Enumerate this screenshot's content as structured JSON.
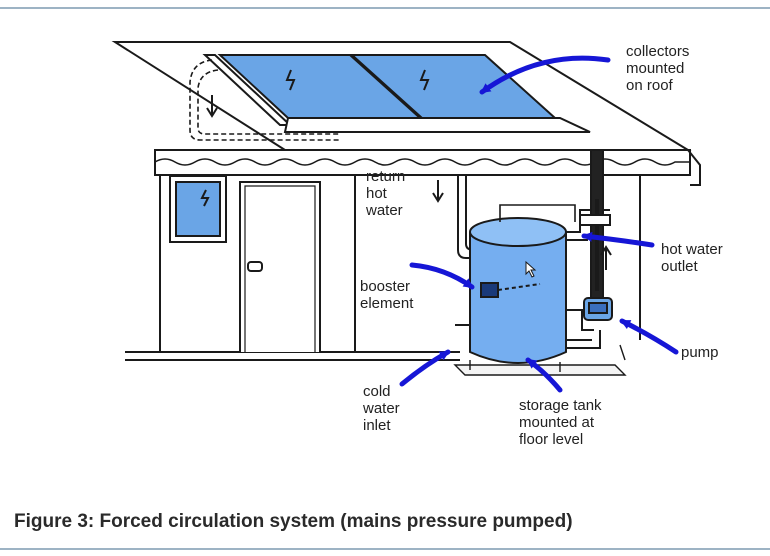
{
  "labels": {
    "collectors": "collectors\nmounted\non roof",
    "return_hot_water": "return\nhot\nwater",
    "hot_water_outlet": "hot water\noutlet",
    "booster_element": "booster\nelement",
    "pump": "pump",
    "cold_water_inlet": "cold\nwater\ninlet",
    "storage_tank": "storage tank\nmounted at\nfloor level"
  },
  "caption": "Figure 3: Forced circulation system (mains pressure pumped)",
  "colors": {
    "panel": "#6aa5e6",
    "tank": "#75aef0",
    "arrow": "#1616d6",
    "line": "#1a1a1a",
    "rule": "#9db3c4"
  }
}
